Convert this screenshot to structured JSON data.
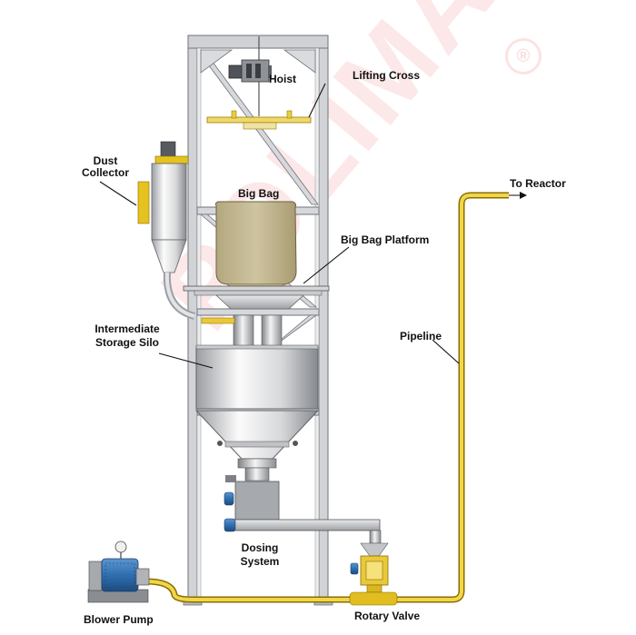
{
  "watermark": {
    "brand": "POLIMAK",
    "registered": "®"
  },
  "labels": {
    "hoist": "Hoist",
    "lifting_cross": "Lifting Cross",
    "dust_collector_line1": "Dust",
    "dust_collector_line2": "Collector",
    "to_reactor": "To Reactor",
    "big_bag": "Big Bag",
    "big_bag_platform": "Big Bag Platform",
    "intermediate_silo_line1": "Intermediate",
    "intermediate_silo_line2": "Storage  Silo",
    "pipeline": "Pipeline",
    "dosing_line1": "Dosing",
    "dosing_line2": "System",
    "blower_pump": "Blower Pump",
    "rotary_valve": "Rotary Valve"
  },
  "colors": {
    "frame": "#c9cbd0",
    "frame_edge": "#6f7378",
    "pipe": "#e6c21f",
    "pipe_edge": "#9a7b00",
    "bag": "#c9bd99",
    "steel_light": "#f2f2f2",
    "steel_dark": "#8f9297",
    "motor_blue": "#2f6fb0",
    "watermark": "#e65050"
  }
}
